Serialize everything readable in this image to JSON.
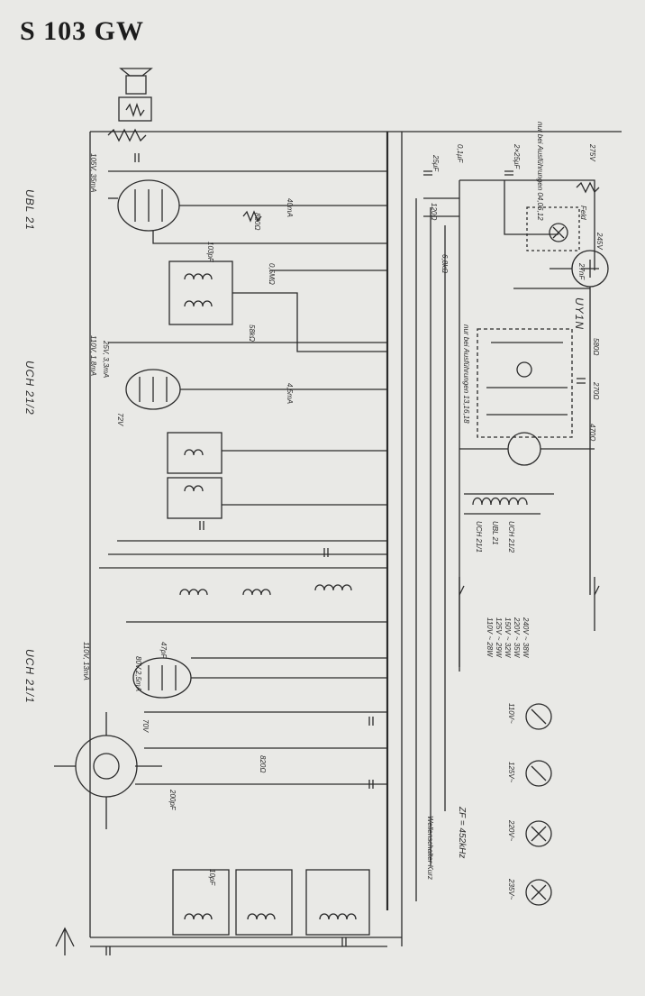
{
  "title": "S 103 GW",
  "tubes": {
    "ubl21": "UBL 21",
    "uch21_2": "UCH 21/2",
    "uch21_1": "UCH 21/1",
    "uy1n": "UY1N"
  },
  "labels": {
    "ubl21_voltage": "105V, 35mA",
    "uch21_2_voltage": "110V, 1,8mA",
    "uch21_2_voltage2": "25V, 3,3mA",
    "uch21_1_voltage": "110V, 13mA",
    "uch21_1_v2": "80V,2,5mA",
    "v_72": "72V",
    "v_70": "70V",
    "i_40ma": "40mA",
    "i_45ma": "4,5mA",
    "cap_25uf": "25μF",
    "cap_01uf": "0,1μF",
    "cap_2x25uf": "2×25μF",
    "v_275": "275V",
    "v_245": "245V",
    "r_120": "120Ω",
    "r_68": "6,8kΩ",
    "r_880": "880Ω",
    "r_05m": "0,5MΩ",
    "r_58k": "58kΩ",
    "r_270": "270Ω",
    "r_820": "820Ω",
    "r_580": "580Ω",
    "r_470": "470Ω",
    "cap_47pf": "47pF",
    "cap_27nf": "27nF",
    "cap_200pf": "200pF",
    "cap_103": "103pF",
    "cap_10pf": "10pF",
    "note_feld": "Feld",
    "note_schalter": "Wellenschalter Kurz",
    "note_zf": "ZF = 452kHz",
    "note_nur_bei": "nur bei Ausführungen 13,16,18",
    "note_nur_bei2": "nur bei Ausführungen 04,06,12",
    "heater_list": [
      "UCH 21/1",
      "UBL 21",
      "UCH 21/2"
    ],
    "power_table": [
      "110V ~ 28W",
      "125V ~ 29W",
      "150V ~ 32W",
      "220V ~ 35W",
      "240V ~ 38W"
    ],
    "selector_labels": [
      "110V~",
      "125V~",
      "220V~",
      "235V~"
    ]
  }
}
